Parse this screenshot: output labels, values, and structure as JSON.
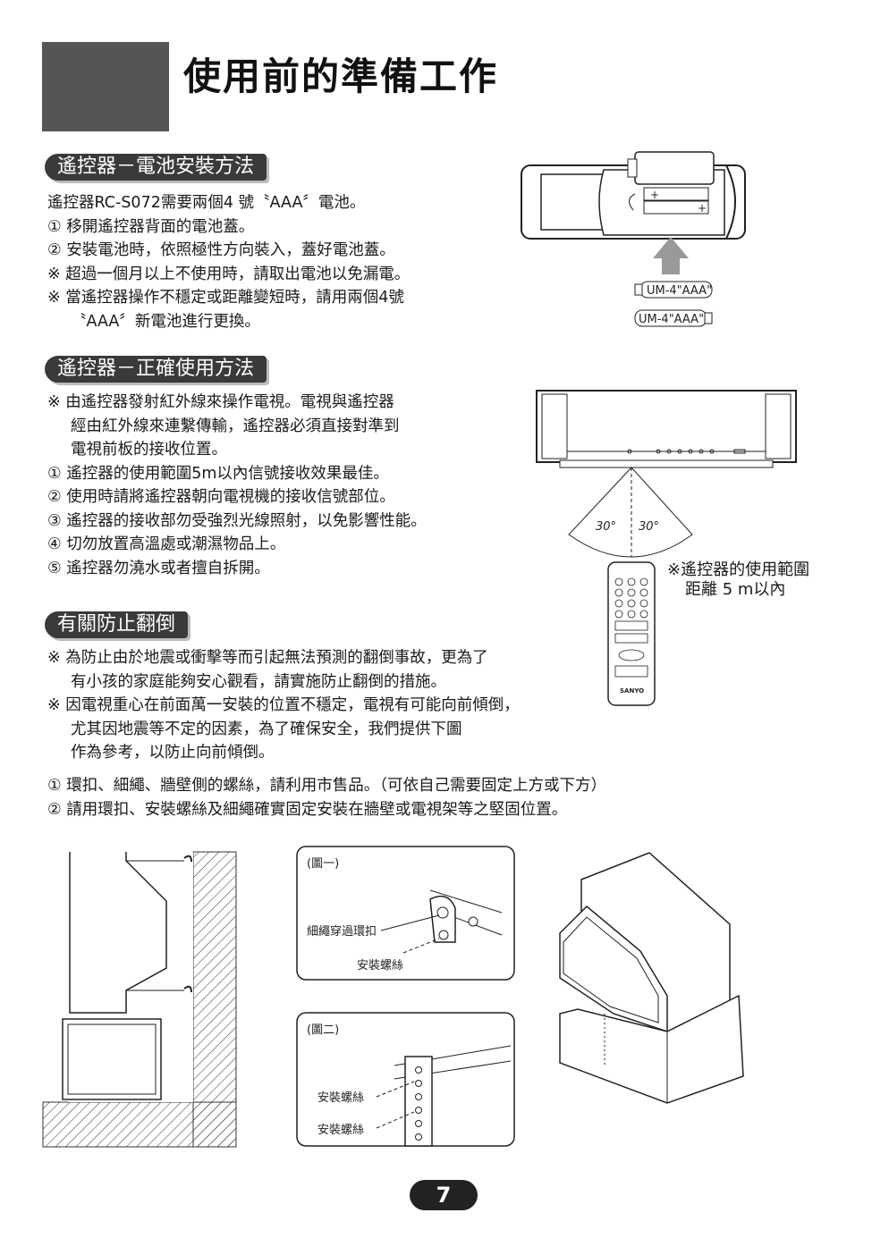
{
  "page_title": "使用前的準備工作",
  "section1": {
    "heading": "遙控器－電池安裝方法",
    "lines": [
      "遙控器RC-S072需要兩個4 號〝AAA〞電池。",
      "① 移開遙控器背面的電池蓋。",
      "② 安裝電池時，依照極性方向裝入，蓋好電池蓋。",
      "※ 超過一個月以上不使用時，請取出電池以免漏電。",
      "※ 當遙控器操作不穩定或距離變短時，請用兩個4號",
      "〝AAA〞新電池進行更換。"
    ],
    "battery_label_1": "UM-4\"AAA\"",
    "battery_label_2": "UM-4\"AAA\""
  },
  "section2": {
    "heading": "遙控器－正確使用方法",
    "lines": [
      "※ 由遙控器發射紅外線來操作電視。電視與遙控器",
      "經由紅外線來連繫傳輸，遙控器必須直接對準到",
      "電視前板的接收位置。",
      "① 遙控器的使用範圍5m以內信號接收效果最佳。",
      "② 使用時請將遙控器朝向電視機的接收信號部位。",
      "③ 遙控器的接收部勿受強烈光線照射，以免影響性能。",
      "④ 切勿放置高溫處或潮濕物品上。",
      "⑤ 遙控器勿澆水或者擅自拆開。"
    ],
    "angle_left": "30°",
    "angle_right": "30°",
    "range_note_1": "※遙控器的使用範圍",
    "range_note_2": "距離 5 m以內",
    "remote_brand": "SANYO"
  },
  "section3": {
    "heading": "有關防止翻倒",
    "lines": [
      "※ 為防止由於地震或衝擊等而引起無法預測的翻倒事故，更為了",
      "有小孩的家庭能夠安心觀看，請實施防止翻倒的措施。",
      "※ 因電視重心在前面萬一安裝的位置不穩定，電視有可能向前傾倒，",
      "尤其因地震等不定的因素，為了確保安全，我們提供下圖",
      "作為參考，以防止向前傾倒。"
    ],
    "steps": [
      "① 環扣、細繩、牆壁側的螺絲，請利用市售品。（可依自己需要固定上方或下方）",
      "② 請用環扣、安裝螺絲及細繩確實固定安裝在牆壁或電視架等之堅固位置。"
    ]
  },
  "figures": {
    "fig1_title": "(圖一)",
    "fig1_label_string": "細繩穿過環扣",
    "fig1_label_screw": "安裝螺絲",
    "fig2_title": "(圖二)",
    "fig2_label_screw_a": "安裝螺絲",
    "fig2_label_screw_b": "安裝螺絲"
  },
  "page_number": "7"
}
